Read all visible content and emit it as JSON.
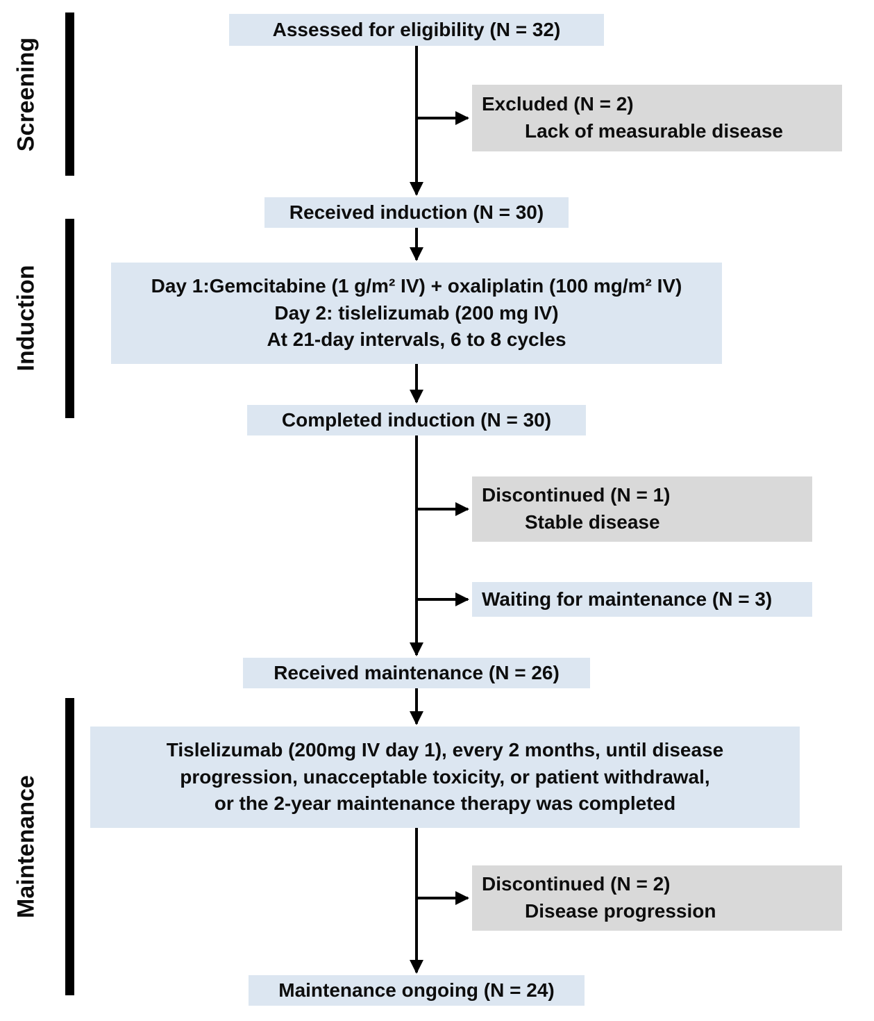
{
  "figure": {
    "phases": [
      {
        "id": "screening",
        "label": "Screening"
      },
      {
        "id": "induction",
        "label": "Induction"
      },
      {
        "id": "maintenance",
        "label": "Maintenance"
      }
    ],
    "nodes": {
      "assessed": {
        "text": "Assessed for eligibility (N = 32)"
      },
      "excluded": {
        "title": "Excluded (N = 2)",
        "reason": "Lack of measurable disease"
      },
      "received_induction": {
        "text": "Received induction (N = 30)"
      },
      "induction_regimen": {
        "line1": "Day 1:Gemcitabine (1 g/m² IV) + oxaliplatin (100 mg/m² IV)",
        "line2": "Day 2: tislelizumab (200 mg IV)",
        "line3": "At 21-day intervals, 6 to 8 cycles"
      },
      "completed_induction": {
        "text": "Completed induction (N = 30)"
      },
      "discontinued_induction": {
        "title": "Discontinued (N = 1)",
        "reason": "Stable disease"
      },
      "waiting_maintenance": {
        "text": "Waiting for maintenance (N = 3)"
      },
      "received_maintenance": {
        "text": "Received maintenance (N = 26)"
      },
      "maintenance_regimen": {
        "line1": "Tislelizumab (200mg IV day 1), every 2 months, until disease",
        "line2": "progression, unacceptable toxicity, or patient withdrawal,",
        "line3": "or the 2-year maintenance therapy was completed"
      },
      "discontinued_maintenance": {
        "title": "Discontinued (N = 2)",
        "reason": "Disease progression"
      },
      "maintenance_ongoing": {
        "text": "Maintenance ongoing (N = 24)"
      }
    },
    "colors": {
      "node_fill": "#dce6f1",
      "exclusion_fill": "#d9d9d9",
      "line": "#000000"
    }
  }
}
